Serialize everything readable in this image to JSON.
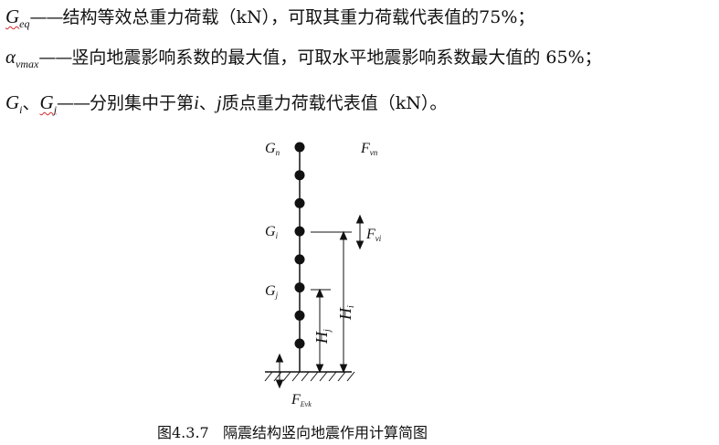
{
  "definitions": [
    {
      "symbol": "G",
      "symbol_sub": "eq",
      "dash": "——",
      "text": "结构等效总重力荷载（kN），可取其重力荷载代表值的75%；"
    },
    {
      "symbol": "α",
      "symbol_sub": "vmax",
      "dash": "——",
      "text": "竖向地震影响系数的最大值，可取水平地震影响系数最大值的 65%；"
    },
    {
      "symbol_a": "G",
      "symbol_a_sub": "i",
      "sep": "、",
      "symbol_b": "G",
      "symbol_b_sub": "j",
      "dash": "——",
      "text_a": "分别集中于第",
      "var_i": "i",
      "sep2": "、",
      "var_j": "j",
      "text_b": "质点重力荷载代表值（kN）。"
    }
  ],
  "diagram": {
    "labels": {
      "gn": "G",
      "gn_sub": "n",
      "fvn": "F",
      "fvn_sub": "vn",
      "gi": "G",
      "gi_sub": "i",
      "fvi": "F",
      "fvi_sub": "vi",
      "gj": "G",
      "gj_sub": "j",
      "hj": "H",
      "hj_sub": "j",
      "hi": "H",
      "hi_sub": "i",
      "fevk": "F",
      "fevk_sub": "Evk"
    },
    "mass_count": 8
  },
  "caption": {
    "number": "图4.3.7",
    "title": "隔震结构竖向地震作用计算简图"
  }
}
